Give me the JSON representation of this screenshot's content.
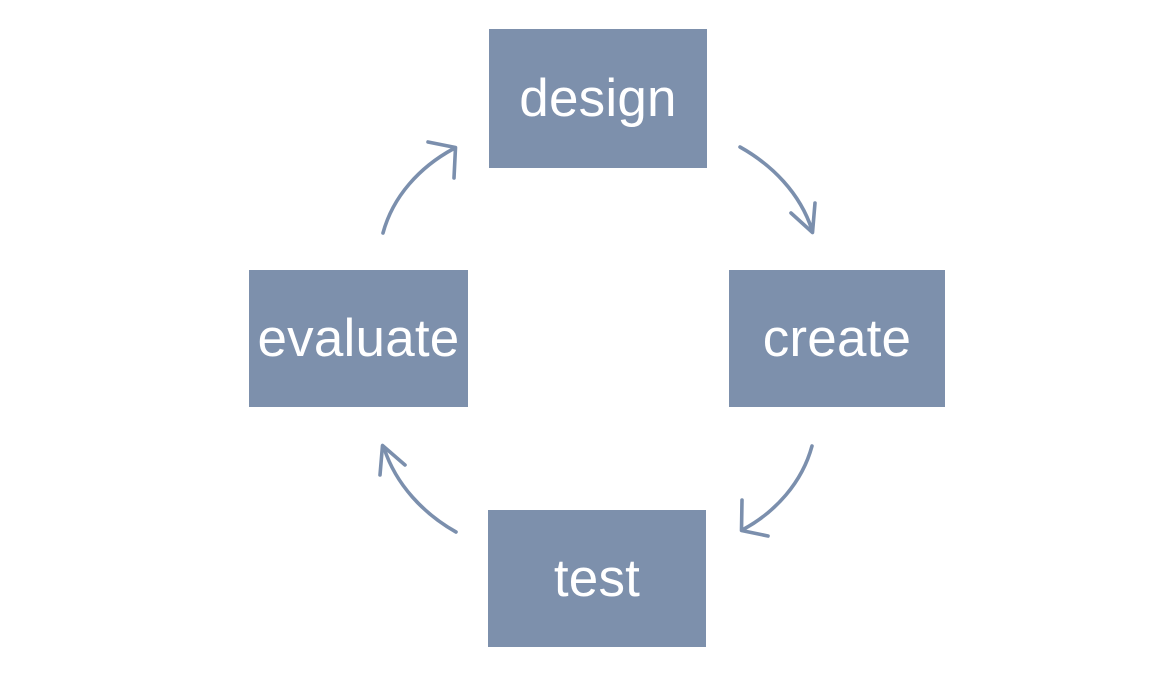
{
  "diagram": {
    "title": "design create test evaluate cycle",
    "background_color": "#ffffff",
    "node_fill_color": "#7d90ac",
    "node_text_color": "#ffffff",
    "arrow_color": "#7b8fad",
    "flow_direction": "clockwise",
    "nodes": [
      {
        "id": "design",
        "label": "design",
        "position": "top"
      },
      {
        "id": "create",
        "label": "create",
        "position": "right"
      },
      {
        "id": "test",
        "label": "test",
        "position": "bottom"
      },
      {
        "id": "evaluate",
        "label": "evaluate",
        "position": "left"
      }
    ],
    "arrows": [
      {
        "id": "design-to-create",
        "from": "design",
        "to": "create",
        "direction": "down-right"
      },
      {
        "id": "create-to-test",
        "from": "create",
        "to": "test",
        "direction": "down-left"
      },
      {
        "id": "test-to-evaluate",
        "from": "test",
        "to": "evaluate",
        "direction": "up-left"
      },
      {
        "id": "evaluate-to-design",
        "from": "evaluate",
        "to": "design",
        "direction": "up-right"
      }
    ]
  }
}
